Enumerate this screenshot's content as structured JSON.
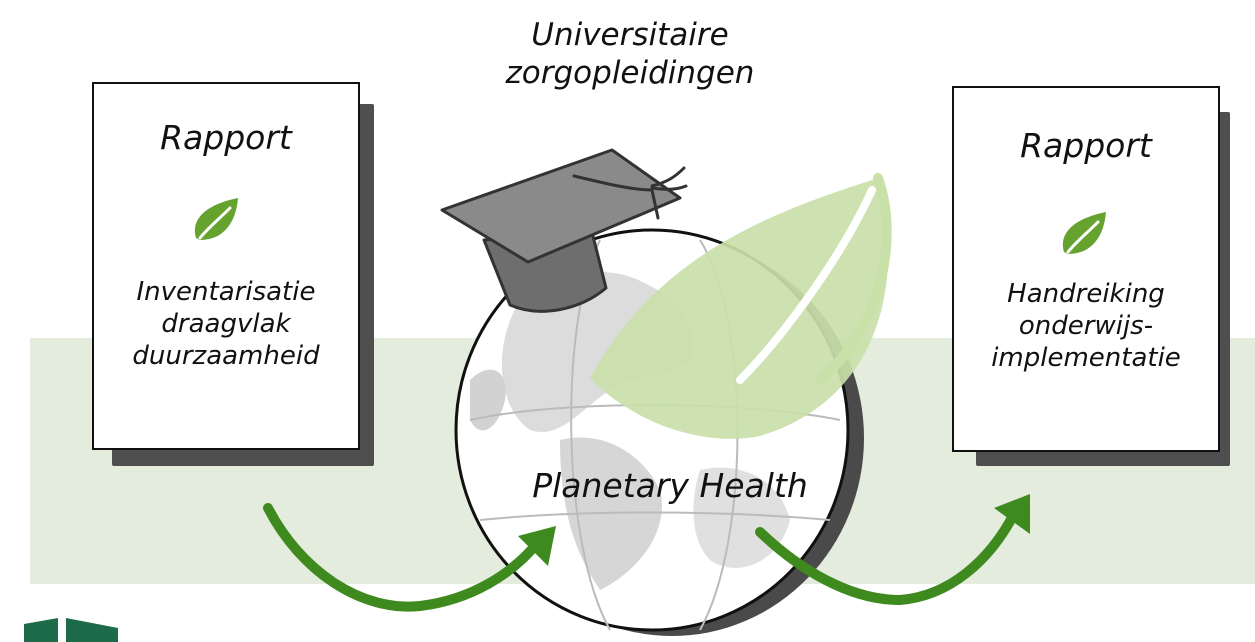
{
  "header": {
    "line1": "Universitaire",
    "line2": "zorgopleidingen"
  },
  "left_report": {
    "title": "Rapport",
    "icon": "leaf-icon",
    "lines": [
      "Inventarisatie",
      "draagvlak",
      "duurzaamheid"
    ]
  },
  "right_report": {
    "title": "Rapport",
    "icon": "leaf-icon",
    "lines": [
      "Handreiking",
      "onderwijs-",
      "implementatie"
    ]
  },
  "center": {
    "label": "Planetary Health",
    "icons": [
      "graduation-cap-icon",
      "globe-icon",
      "large-leaf-icon"
    ]
  },
  "colors": {
    "band": "#e4ecdd",
    "leaf": "#66a22e",
    "light_leaf": "#c9e0a9",
    "arrow": "#3f8a1f",
    "shadow": "#4f4f4f",
    "logo": "#1e6b4a"
  }
}
